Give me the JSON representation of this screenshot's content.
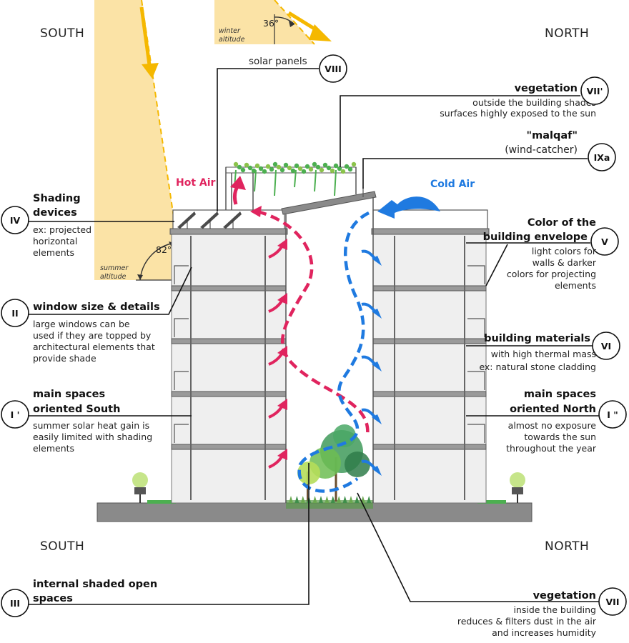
{
  "directions": {
    "south_top": "SOUTH",
    "north_top": "NORTH",
    "south_bottom": "SOUTH",
    "north_bottom": "NORTH"
  },
  "sun": {
    "winter_label_1": "winter",
    "winter_label_2": "altitude",
    "winter_angle": "36°",
    "summer_label_1": "summer",
    "summer_label_2": "altitude",
    "summer_angle": "82°"
  },
  "airflow": {
    "hot_air": "Hot Air",
    "cold_air": "Cold Air",
    "hot_color": "#e0245e",
    "cold_color": "#1f7ae0"
  },
  "colors": {
    "sun_fill": "#fbe3a6",
    "sun_arrow": "#f5b800",
    "vegetation": "#4caf50"
  },
  "callouts": [
    {
      "id": "VIII",
      "lines": [
        "solar panels"
      ],
      "heading_lines": []
    },
    {
      "id": "VII'",
      "heading_lines": [
        "vegetation"
      ],
      "lines": [
        "outside  the building shades",
        "surfaces highly exposed to the sun"
      ]
    },
    {
      "id": "IXa",
      "heading_lines": [
        "\"malqaf\""
      ],
      "lines": [
        "(wind-catcher)"
      ]
    },
    {
      "id": "IV",
      "heading_lines": [
        "Shading",
        "devices"
      ],
      "lines": [
        "ex: projected",
        "horizontal",
        "elements"
      ]
    },
    {
      "id": "V",
      "heading_lines": [
        "Color of the",
        "building envelope"
      ],
      "lines": [
        "light colors for",
        "walls & darker",
        "colors for projecting",
        "elements"
      ]
    },
    {
      "id": "II",
      "heading_lines": [
        "window size & details"
      ],
      "lines": [
        "large windows can be",
        "used if they are topped by",
        "architectural elements that",
        "provide shade"
      ]
    },
    {
      "id": "VI",
      "heading_lines": [
        "building materials"
      ],
      "lines": [
        "with high thermal mass",
        "ex: natural stone cladding"
      ]
    },
    {
      "id": "I '",
      "heading_lines": [
        "main spaces",
        "oriented South"
      ],
      "lines": [
        "summer solar heat gain is",
        "easily limited  with shading",
        "elements"
      ]
    },
    {
      "id": "I \"",
      "heading_lines": [
        "main spaces",
        "oriented North"
      ],
      "lines": [
        "almost no exposure",
        "towards the sun",
        "throughout the year"
      ]
    },
    {
      "id": "III",
      "heading_lines": [
        "internal shaded open",
        "spaces"
      ],
      "lines": []
    },
    {
      "id": "VII",
      "heading_lines": [
        "vegetation"
      ],
      "lines": [
        "inside  the building",
        "reduces & filters dust in the air",
        "and  increases humidity"
      ]
    }
  ]
}
